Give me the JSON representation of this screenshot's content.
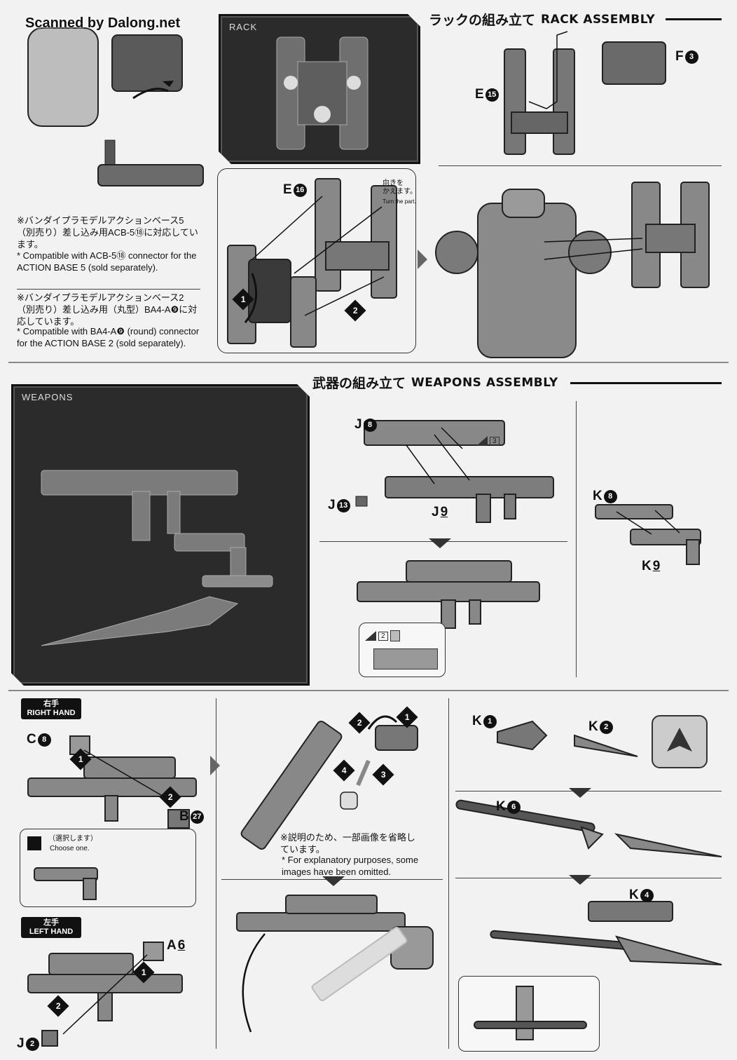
{
  "watermark": "Scanned by Dalong.net",
  "rack_section": {
    "header_jp": "ラックの組み立て",
    "header_en": "RACK ASSEMBLY",
    "preview_label": "RACK",
    "parts": {
      "e15_letter": "E",
      "e15_num": "15",
      "f3_letter": "F",
      "f3_num": "3",
      "e16_letter": "E",
      "e16_num": "16"
    },
    "turn_note_jp": "向きを\nかえます。",
    "turn_note_en": "Turn the part.",
    "steps": [
      "1",
      "2"
    ]
  },
  "base_notes": {
    "note1_jp": "※バンダイプラモデルアクションベース5（別売り）差し込み用ACB-5⑱に対応しています。",
    "note1_en": "* Compatible with ACB-5⑱ connector for the ACTION BASE 5 (sold separately).",
    "note2_jp": "※バンダイプラモデルアクションベース2（別売り）差し込み用（丸型）BA4-A❾に対応しています。",
    "note2_en": "* Compatible with BA4-A❾ (round) connector for the ACTION BASE 2 (sold separately)."
  },
  "weapons_section": {
    "header_jp": "武器の組み立て",
    "header_en": "WEAPONS ASSEMBLY",
    "preview_label": "WEAPONS",
    "parts": {
      "j8_letter": "J",
      "j8_num": "8",
      "j13_letter": "J",
      "j13_num": "13",
      "j9_letter": "J",
      "j9_num": "9",
      "k8_letter": "K",
      "k8_num": "8",
      "k9_letter": "K",
      "k9_num": "9"
    },
    "seal_a": "3",
    "seal_b": "2"
  },
  "hands_section": {
    "right_hand_jp": "右手",
    "right_hand_en": "RIGHT HAND",
    "left_hand_jp": "左手",
    "left_hand_en": "LEFT HAND",
    "choose_jp": "（選択します）",
    "choose_en": "Choose one.",
    "parts": {
      "c8_letter": "C",
      "c8_num": "8",
      "b27_letter": "B",
      "b27_num": "27",
      "a6_letter": "A",
      "a6_num": "6",
      "j2_letter": "J",
      "j2_num": "2"
    },
    "omit_jp": "※説明のため、一部画像を省略しています。",
    "omit_en": "* For explanatory purposes, some images have been omitted.",
    "steps": [
      "1",
      "2",
      "3",
      "4"
    ]
  },
  "spear_section": {
    "parts": {
      "k1_letter": "K",
      "k1_num": "1",
      "k2_letter": "K",
      "k2_num": "2",
      "k6_letter": "K",
      "k6_num": "6",
      "k4_letter": "K",
      "k4_num": "4"
    }
  }
}
